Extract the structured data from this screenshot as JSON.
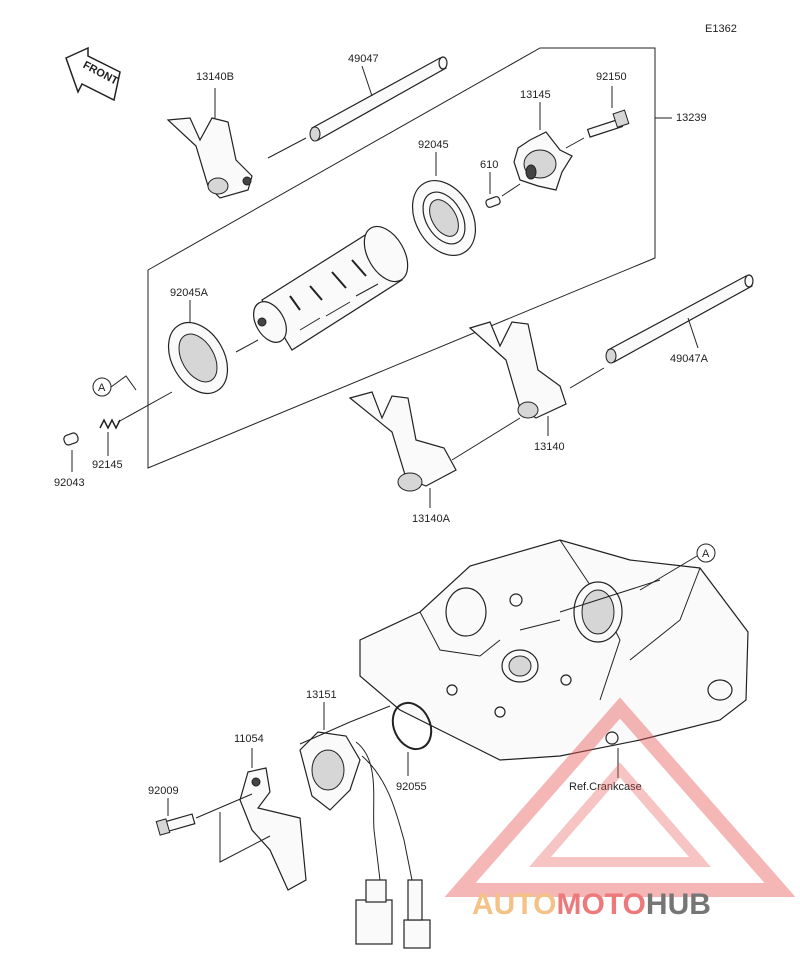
{
  "diagram_code": "E1362",
  "front_label": "FRONT",
  "ref_label": "Ref.Crankcase",
  "callout_letter": "A",
  "watermark": {
    "part1": "AUTO",
    "part2": "MOTO",
    "part3": "HUB",
    "color1": "#f2b46a",
    "color2": "#e85a5a",
    "color3": "#555555"
  },
  "parts": [
    {
      "no": "13140B"
    },
    {
      "no": "49047"
    },
    {
      "no": "92150"
    },
    {
      "no": "13145"
    },
    {
      "no": "13239"
    },
    {
      "no": "92045"
    },
    {
      "no": "610"
    },
    {
      "no": "92045A"
    },
    {
      "no": "49047A"
    },
    {
      "no": "92145"
    },
    {
      "no": "92043"
    },
    {
      "no": "13140"
    },
    {
      "no": "13140A"
    },
    {
      "no": "13151"
    },
    {
      "no": "11054"
    },
    {
      "no": "92009"
    },
    {
      "no": "92055"
    }
  ]
}
